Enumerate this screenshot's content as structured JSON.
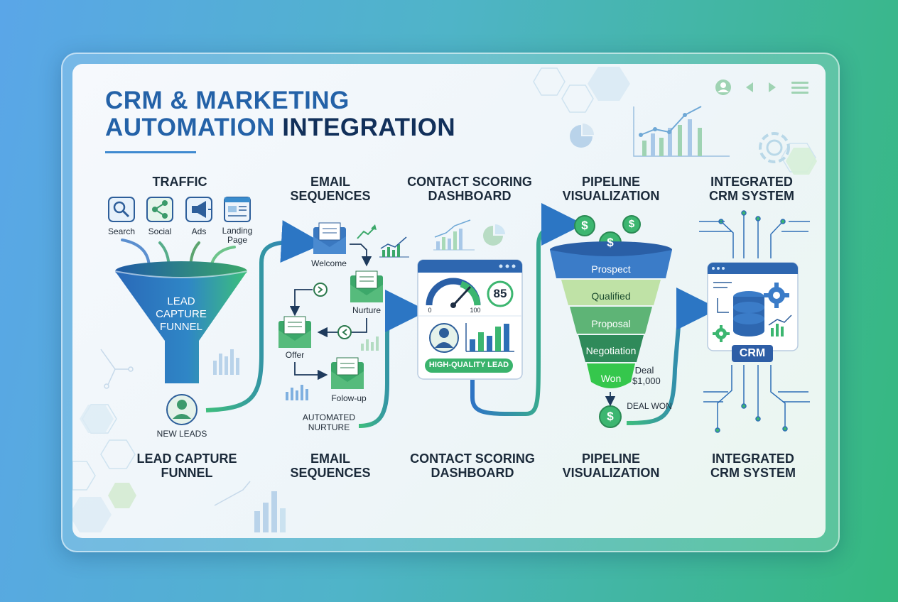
{
  "title": {
    "line1": "CRM & MARKETING",
    "line2a": "AUTOMATION",
    "line2b": "INTEGRATION"
  },
  "columns": {
    "traffic": "TRAFFIC",
    "email_top": [
      "EMAIL",
      "SEQUENCES"
    ],
    "scoring_top": [
      "CONTACT SCORING",
      "DASHBOARD"
    ],
    "pipeline_top": [
      "PIPELINE",
      "VISUALIZATION"
    ],
    "crm_top": [
      "INTEGRATED",
      "CRM SYSTEM"
    ],
    "funnel_bottom": [
      "LEAD CAPTURE",
      "FUNNEL"
    ],
    "email_bottom": [
      "EMAIL",
      "SEQUENCES"
    ],
    "scoring_bottom": [
      "CONTACT SCORING",
      "DASHBOARD"
    ],
    "pipeline_bottom": [
      "PIPELINE",
      "VISUALIZATION"
    ],
    "crm_bottom": [
      "INTEGRATED",
      "CRM SYSTEM"
    ]
  },
  "traffic_sources": [
    {
      "label": "Search",
      "icon": "search-icon"
    },
    {
      "label": "Social",
      "icon": "share-icon"
    },
    {
      "label": "Ads",
      "icon": "megaphone-icon"
    },
    {
      "label": "Landing\nPage",
      "label_a": "Landing",
      "label_b": "Page",
      "icon": "landing-page-icon"
    }
  ],
  "funnel": {
    "lines": [
      "LEAD",
      "CAPTURE",
      "FUNNEL"
    ],
    "leads_label": "NEW LEADS"
  },
  "email": {
    "welcome": "Welcome",
    "nurture": "Nurture",
    "offer": "Offer",
    "followup": "Folow-up",
    "automated": [
      "AUTOMATED",
      "NURTURE"
    ]
  },
  "scoring": {
    "gauge_min": "0",
    "gauge_max": "100",
    "score": "85",
    "badge": "HIGH-QUALITY LEAD"
  },
  "pipeline": {
    "stages": [
      "Prospect",
      "Qualified",
      "Proposal",
      "Negotiation",
      "Won"
    ],
    "deal": [
      "Deal",
      "$1,000"
    ],
    "deal_won": "DEAL WON"
  },
  "crm": {
    "label": "CRM"
  },
  "colors": {
    "primary_blue": "#2462a8",
    "green": "#35b87e",
    "dark_navy": "#12305a"
  }
}
